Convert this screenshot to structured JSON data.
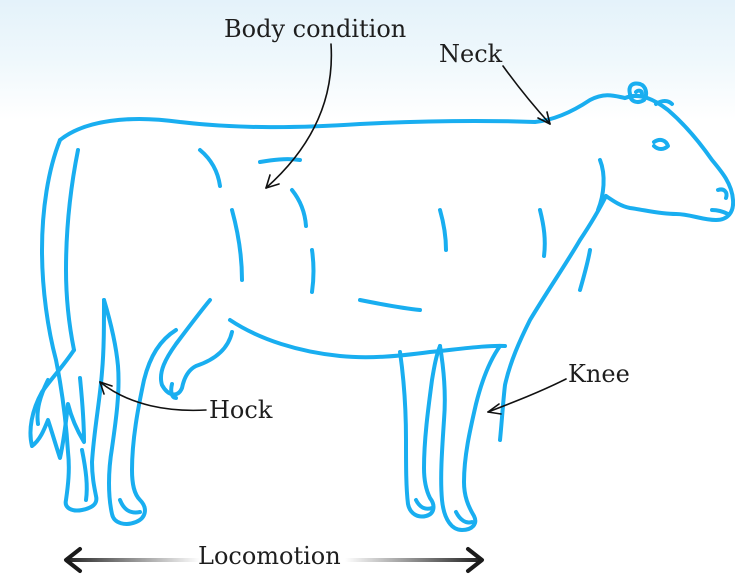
{
  "diagram": {
    "subject": "cow",
    "line_color": "#19aef0",
    "label_color": "#1e1e1e",
    "labels": {
      "body_condition": "Body condition",
      "neck": "Neck",
      "knee": "Knee",
      "hock": "Hock",
      "locomotion": "Locomotion"
    }
  }
}
